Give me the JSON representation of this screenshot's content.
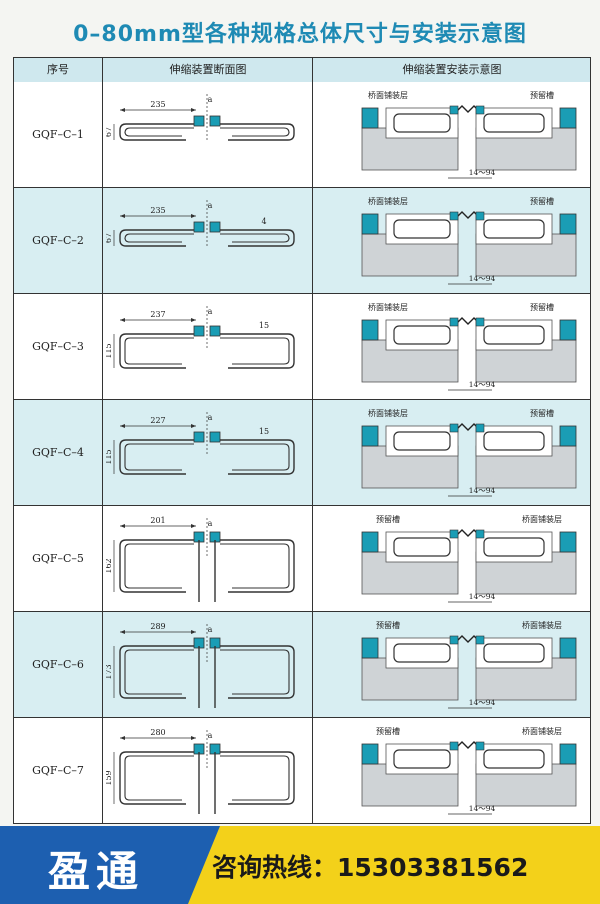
{
  "title": "0–80mm型各种规格总体尺寸与安装示意图",
  "table": {
    "headers": [
      "序号",
      "伸缩装置断面图",
      "伸缩装置安装示意图"
    ],
    "rows": [
      {
        "model": "GQF–C–1",
        "width_dim": "235",
        "height_dim": "67",
        "gap_label": "a",
        "extra_dim": "",
        "left_label": "桥面铺装层",
        "right_label": "预留槽",
        "range": "14～94"
      },
      {
        "model": "GQF–C–2",
        "width_dim": "235",
        "height_dim": "67",
        "gap_label": "a",
        "extra_dim": "4",
        "left_label": "桥面铺装层",
        "right_label": "预留槽",
        "range": "14～94"
      },
      {
        "model": "GQF–C–3",
        "width_dim": "237",
        "height_dim": "115",
        "gap_label": "a",
        "extra_dim": "15",
        "left_label": "桥面铺装层",
        "right_label": "预留槽",
        "range": "14～94"
      },
      {
        "model": "GQF–C–4",
        "width_dim": "227",
        "height_dim": "115",
        "gap_label": "a",
        "extra_dim": "15",
        "left_label": "桥面铺装层",
        "right_label": "预留槽",
        "range": "14～94"
      },
      {
        "model": "GQF–C–5",
        "width_dim": "201",
        "height_dim": "162",
        "gap_label": "a",
        "extra_dim": "",
        "left_label": "预留槽",
        "right_label": "桥面铺装层",
        "range": "14～94"
      },
      {
        "model": "GQF–C–6",
        "width_dim": "289",
        "height_dim": "173",
        "gap_label": "a",
        "extra_dim": "",
        "left_label": "预留槽",
        "right_label": "桥面铺装层",
        "range": "14～94"
      },
      {
        "model": "GQF–C–7",
        "width_dim": "280",
        "height_dim": "159",
        "gap_label": "a",
        "extra_dim": "",
        "left_label": "预留槽",
        "right_label": "桥面铺装层",
        "range": "14～94"
      }
    ]
  },
  "footer": {
    "brand": "盈通",
    "hotline": "咨询热线：15303381562",
    "colors": {
      "blue": "#1d5fb0",
      "yellow": "#f3d11a"
    }
  }
}
